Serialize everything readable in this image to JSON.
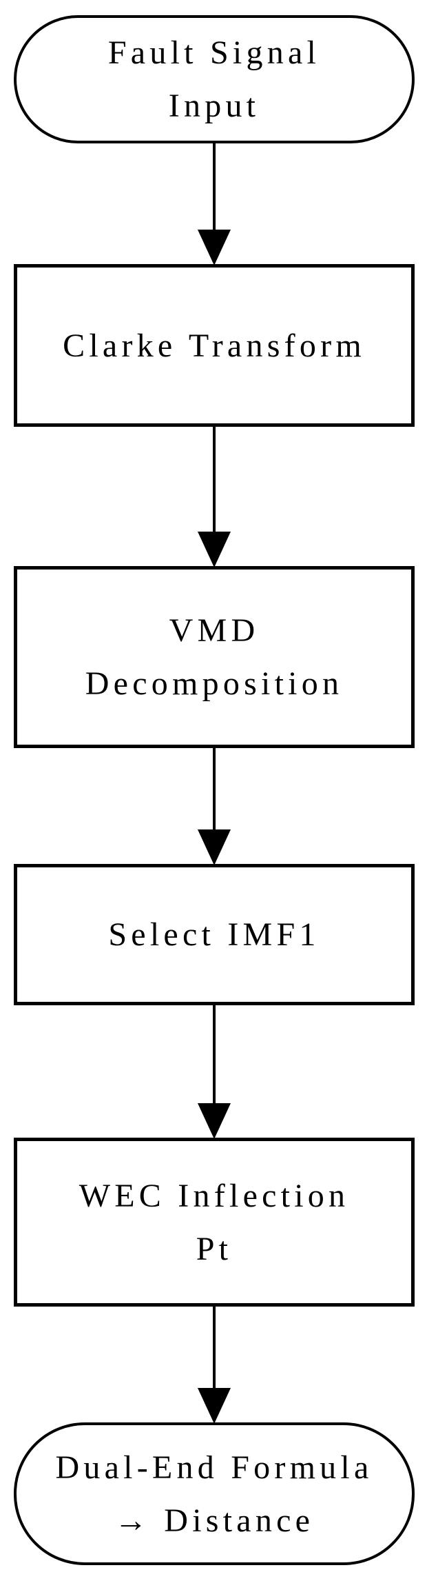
{
  "flowchart": {
    "colors": {
      "ink": "#000000",
      "background": "#ffffff"
    },
    "nodes": [
      {
        "shape": "terminator",
        "lines": [
          "Fault Signal",
          "Input"
        ]
      },
      {
        "shape": "process",
        "lines": [
          "Clarke Transform"
        ]
      },
      {
        "shape": "process",
        "lines": [
          "VMD",
          "Decomposition"
        ]
      },
      {
        "shape": "process",
        "lines": [
          "Select IMF1"
        ]
      },
      {
        "shape": "process",
        "lines": [
          "WEC Inflection",
          "Pt"
        ]
      },
      {
        "shape": "terminator",
        "lines": [
          "Dual-End Formula",
          "→ Distance"
        ]
      }
    ],
    "connectors": [
      {
        "from": 0,
        "to": 1,
        "icon": "arrowhead-down"
      },
      {
        "from": 1,
        "to": 2,
        "icon": "arrowhead-down"
      },
      {
        "from": 2,
        "to": 3,
        "icon": "arrowhead-down"
      },
      {
        "from": 3,
        "to": 4,
        "icon": "arrowhead-down"
      },
      {
        "from": 4,
        "to": 5,
        "icon": "arrowhead-down"
      }
    ]
  }
}
